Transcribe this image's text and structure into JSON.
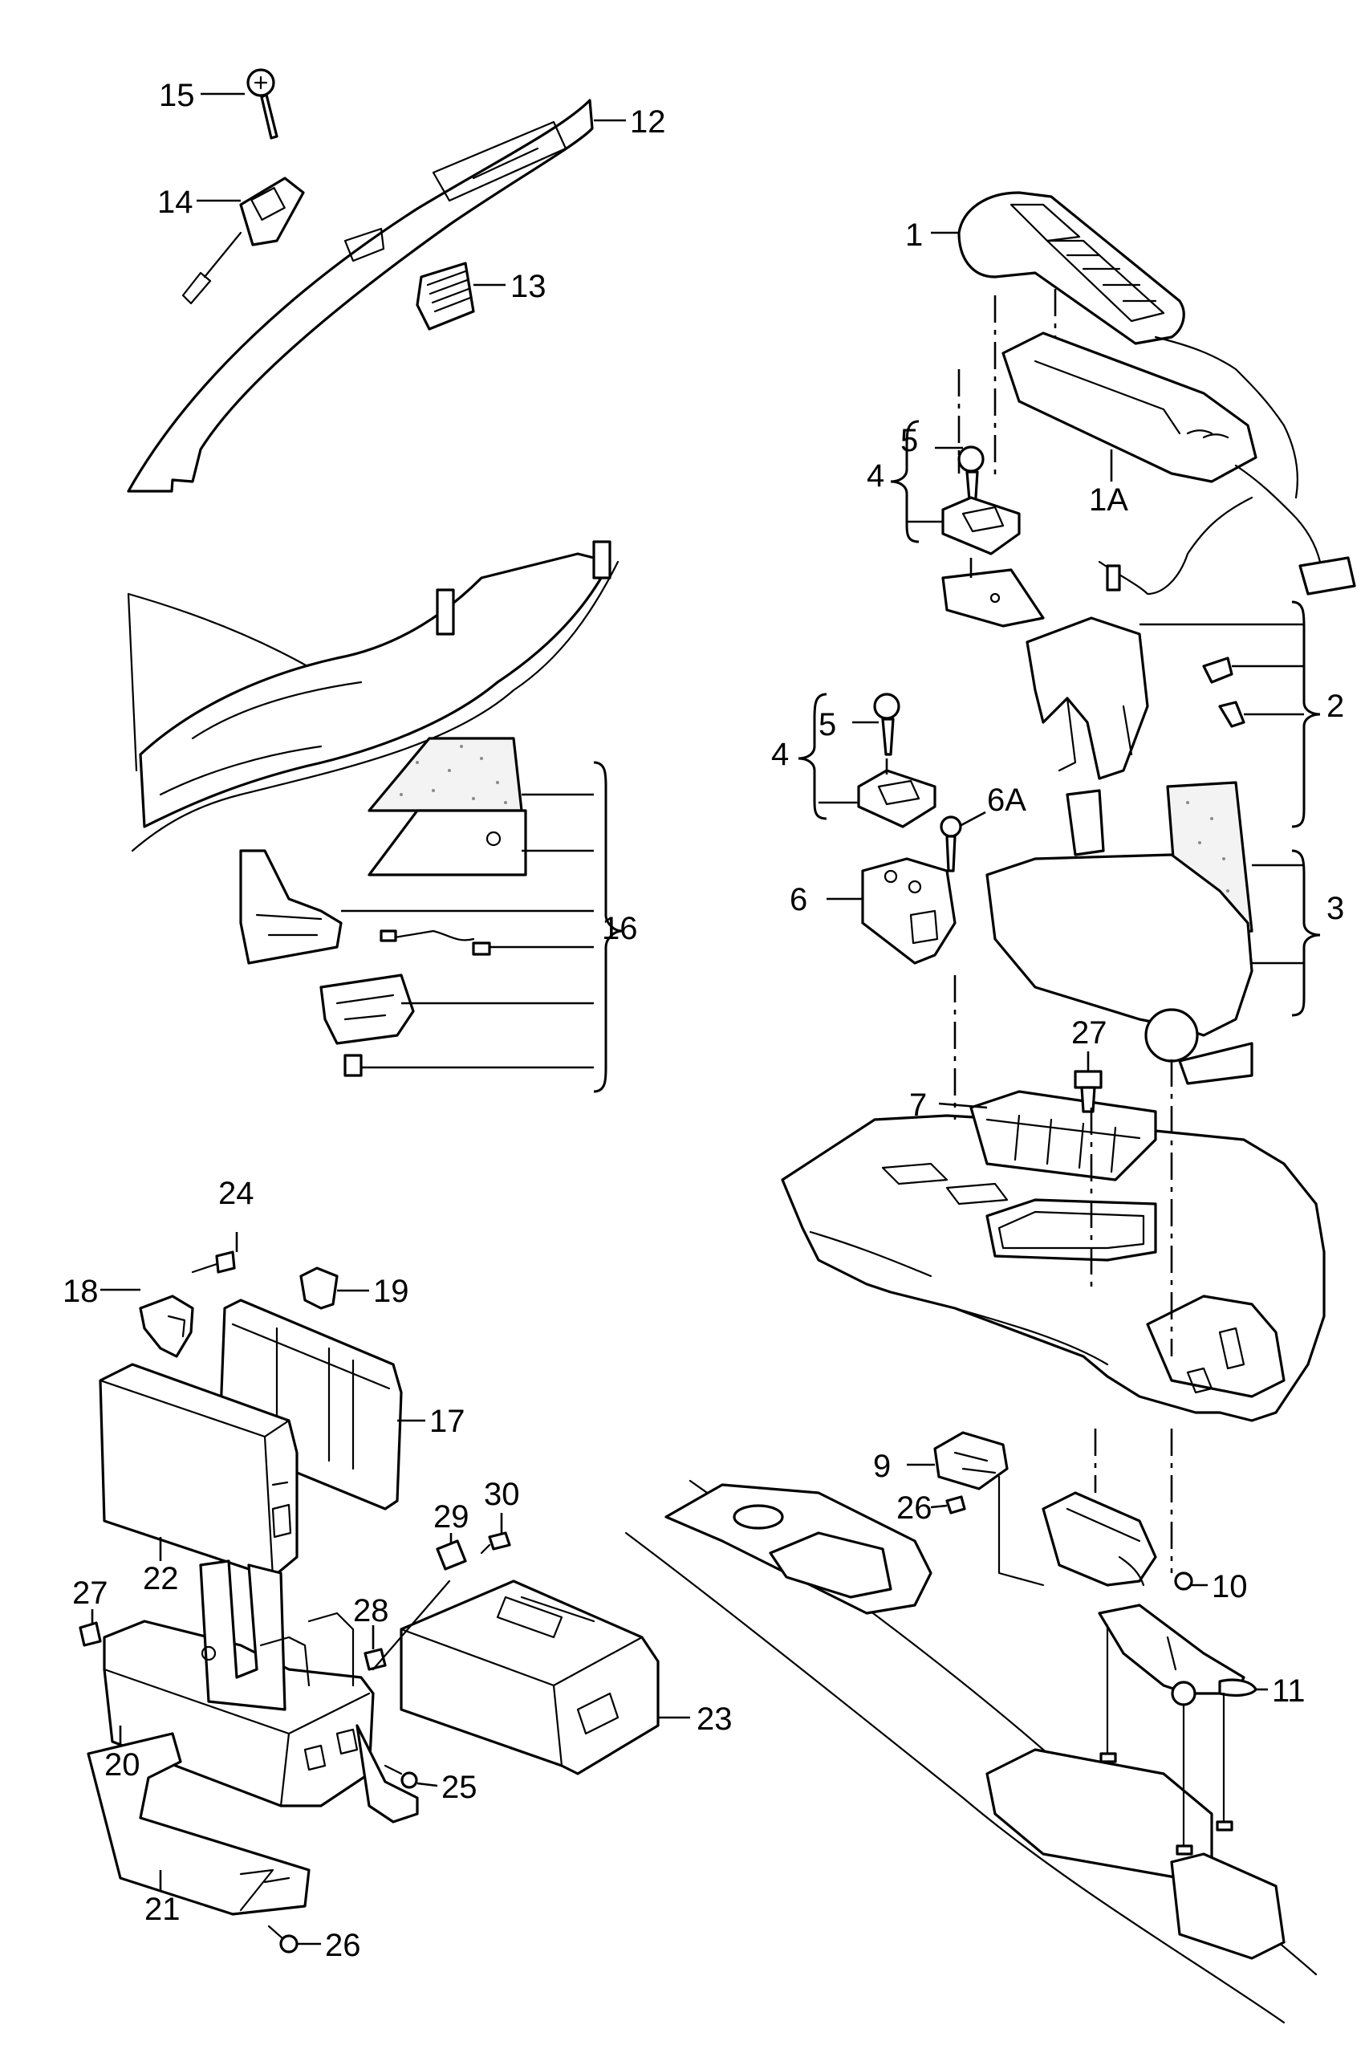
{
  "diagram": {
    "type": "exploded-parts-diagram",
    "line_color": "#000000",
    "background": "#ffffff",
    "callouts": {
      "c1": "1",
      "c1a": "1A",
      "c2": "2",
      "c3": "3",
      "c4a": "4",
      "c4b": "4",
      "c5a": "5",
      "c5b": "5",
      "c6": "6",
      "c6a": "6A",
      "c7": "7",
      "c9": "9",
      "c10": "10",
      "c11": "11",
      "c12": "12",
      "c13": "13",
      "c14": "14",
      "c15": "15",
      "c16": "16",
      "c17": "17",
      "c18": "18",
      "c19": "19",
      "c20": "20",
      "c21": "21",
      "c22": "22",
      "c23": "23",
      "c24": "24",
      "c25": "25",
      "c26a": "26",
      "c26b": "26",
      "c27a": "27",
      "c27b": "27",
      "c28": "28",
      "c29": "29",
      "c30": "30"
    }
  }
}
